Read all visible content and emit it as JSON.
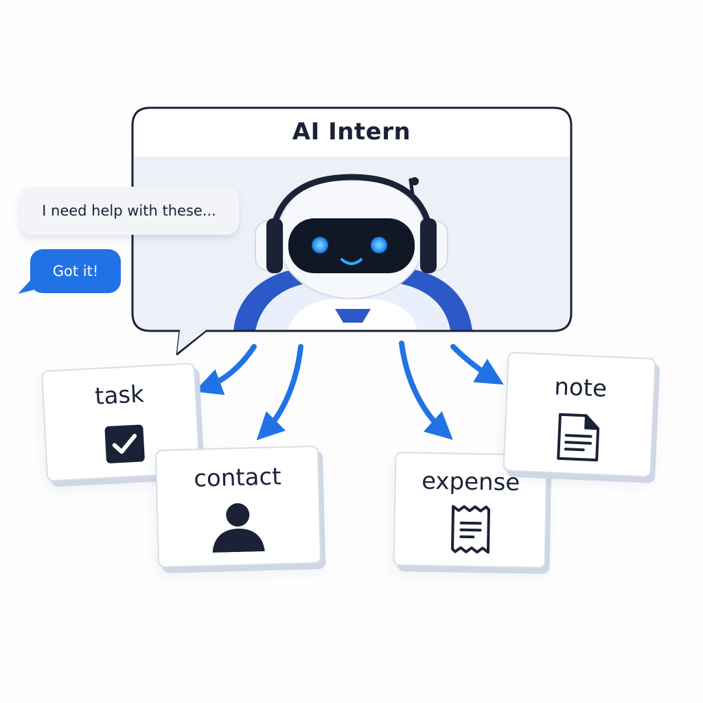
{
  "panel": {
    "title": "AI Intern"
  },
  "chat": {
    "incoming": "I need help with these...",
    "reply": "Got it!"
  },
  "cards": {
    "task": {
      "label": "task",
      "icon": "checkbox-icon"
    },
    "contact": {
      "label": "contact",
      "icon": "person-icon"
    },
    "expense": {
      "label": "expense",
      "icon": "receipt-icon"
    },
    "note": {
      "label": "note",
      "icon": "document-icon"
    }
  },
  "colors": {
    "accent_blue": "#2173e5",
    "robot_blue": "#2c59c8",
    "ink": "#1b2236",
    "panel_fill": "#eef0f8",
    "eye_glow": "#39a8ff"
  }
}
